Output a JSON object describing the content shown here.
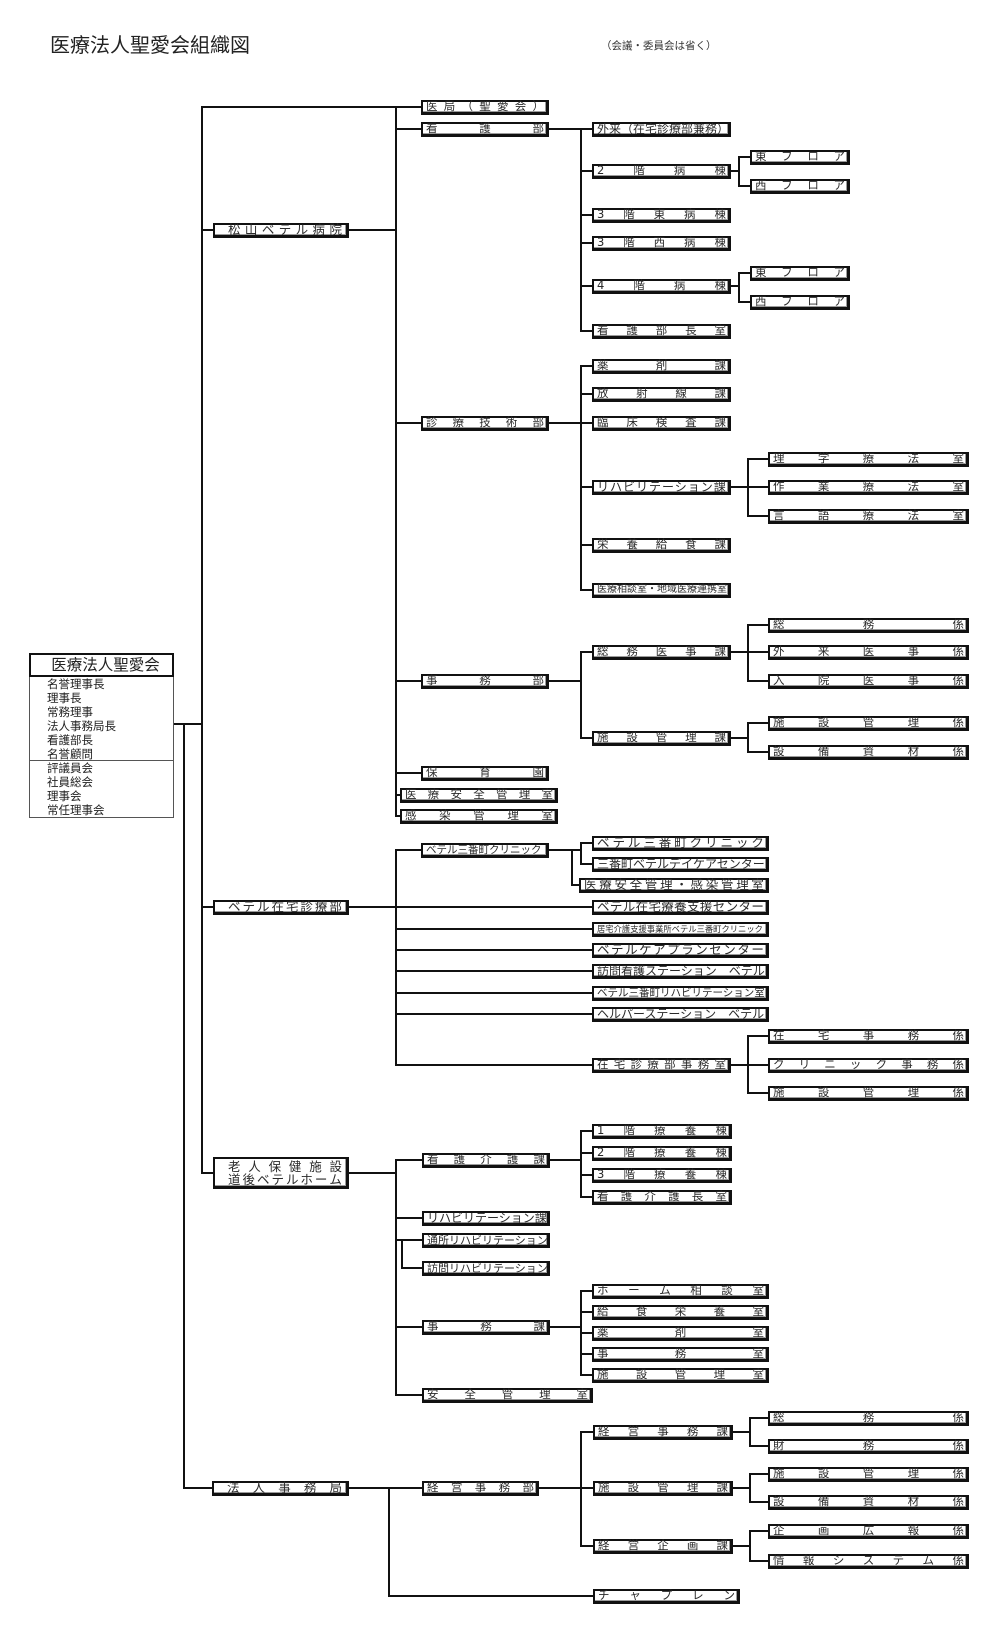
{
  "title": "医療法人聖愛会組織図",
  "note": "（会議・委員会は省く）",
  "root": {
    "name": "医療法人聖愛会",
    "officers": [
      "名誉理事長",
      "理事長",
      "常務理事",
      "法人事務局長",
      "看護部長",
      "名誉顧問"
    ],
    "bodies": [
      "評議員会",
      "社員総会",
      "理事会",
      "常任理事会"
    ]
  },
  "hospital": {
    "name": "松山ベテル病院",
    "departments": [
      {
        "name": "医局（聖愛会）"
      },
      {
        "name": "看護部",
        "sections": [
          {
            "name": "外来（在宅診療部兼務）"
          },
          {
            "name": "2階病棟",
            "units": [
              {
                "name": "東フロア"
              },
              {
                "name": "西フロア"
              }
            ]
          },
          {
            "name": "3階東病棟"
          },
          {
            "name": "3階西病棟"
          },
          {
            "name": "4階病棟",
            "units": [
              {
                "name": "東フロア"
              },
              {
                "name": "西フロア"
              }
            ]
          },
          {
            "name": "看護部長室"
          }
        ]
      },
      {
        "name": "診療技術部",
        "sections": [
          {
            "name": "薬剤課"
          },
          {
            "name": "放射線課"
          },
          {
            "name": "臨床検査課"
          },
          {
            "name": "リハビリテーション課",
            "units": [
              {
                "name": "理学療法室"
              },
              {
                "name": "作業療法室"
              },
              {
                "name": "言語療法室"
              }
            ]
          },
          {
            "name": "栄養給食課"
          },
          {
            "name": "医療相談室・地域医療連携室"
          }
        ]
      },
      {
        "name": "事務部",
        "sections": [
          {
            "name": "総務医事課",
            "units": [
              {
                "name": "総務係"
              },
              {
                "name": "外来医事係"
              },
              {
                "name": "入院医事係"
              }
            ]
          },
          {
            "name": "施設管理課",
            "units": [
              {
                "name": "施設管理係"
              },
              {
                "name": "設備資材係"
              }
            ]
          }
        ]
      },
      {
        "name": "保育園"
      },
      {
        "name": "医療安全管理室"
      },
      {
        "name": "感染管理室"
      }
    ]
  },
  "home_care": {
    "name": "ベテル在宅診療部",
    "departments": [
      {
        "name": "ベテル三番町クリニック",
        "sections": [
          {
            "name": "ベテル三番町クリニック"
          },
          {
            "name": "三番町ベテルデイケアセンター"
          },
          {
            "name": "医療安全管理・感染管理室"
          }
        ]
      },
      {
        "name": "ベテル在宅療養支援センター"
      },
      {
        "name": "居宅介護支援事業所ベテル三番町クリニック"
      },
      {
        "name": "ベテルケアプランセンター"
      },
      {
        "name": "訪問看護ステーション　ベテル"
      },
      {
        "name": "ベテル三番町リハビリテーション室"
      },
      {
        "name": "ヘルパーステーション　ベテル"
      },
      {
        "name": "在宅診療部事務室",
        "sections": [
          {
            "name": "在宅事務係"
          },
          {
            "name": "クリニック事務係"
          },
          {
            "name": "施設管理係"
          }
        ]
      }
    ]
  },
  "nursing_home": {
    "name": [
      "老人保健施設",
      "道後ベテルホーム"
    ],
    "departments": [
      {
        "name": "看護介護課",
        "sections": [
          {
            "name": "1階療養棟"
          },
          {
            "name": "2階療養棟"
          },
          {
            "name": "3階療養棟"
          },
          {
            "name": "看護介護長室"
          }
        ]
      },
      {
        "name": "リハビリテーション課"
      },
      {
        "name": "通所リハビリテーション"
      },
      {
        "name": "訪問リハビリテーション"
      },
      {
        "name": "事務課",
        "sections": [
          {
            "name": "ホーム相談室"
          },
          {
            "name": "給食栄養室"
          },
          {
            "name": "薬剤室"
          },
          {
            "name": "事務室"
          },
          {
            "name": "施設管理室"
          }
        ]
      },
      {
        "name": "安全管理室"
      }
    ]
  },
  "corporate_office": {
    "name": "法人事務局",
    "departments": [
      {
        "name": "経営事務部",
        "sections": [
          {
            "name": "経営事務課",
            "units": [
              {
                "name": "総務係"
              },
              {
                "name": "財務係"
              }
            ]
          },
          {
            "name": "施設管理課",
            "units": [
              {
                "name": "施設管理係"
              },
              {
                "name": "設備資材係"
              }
            ]
          },
          {
            "name": "経営企画課",
            "units": [
              {
                "name": "企画広報係"
              },
              {
                "name": "情報システム係"
              }
            ]
          }
        ]
      },
      {
        "name": "チャプレン"
      }
    ]
  }
}
